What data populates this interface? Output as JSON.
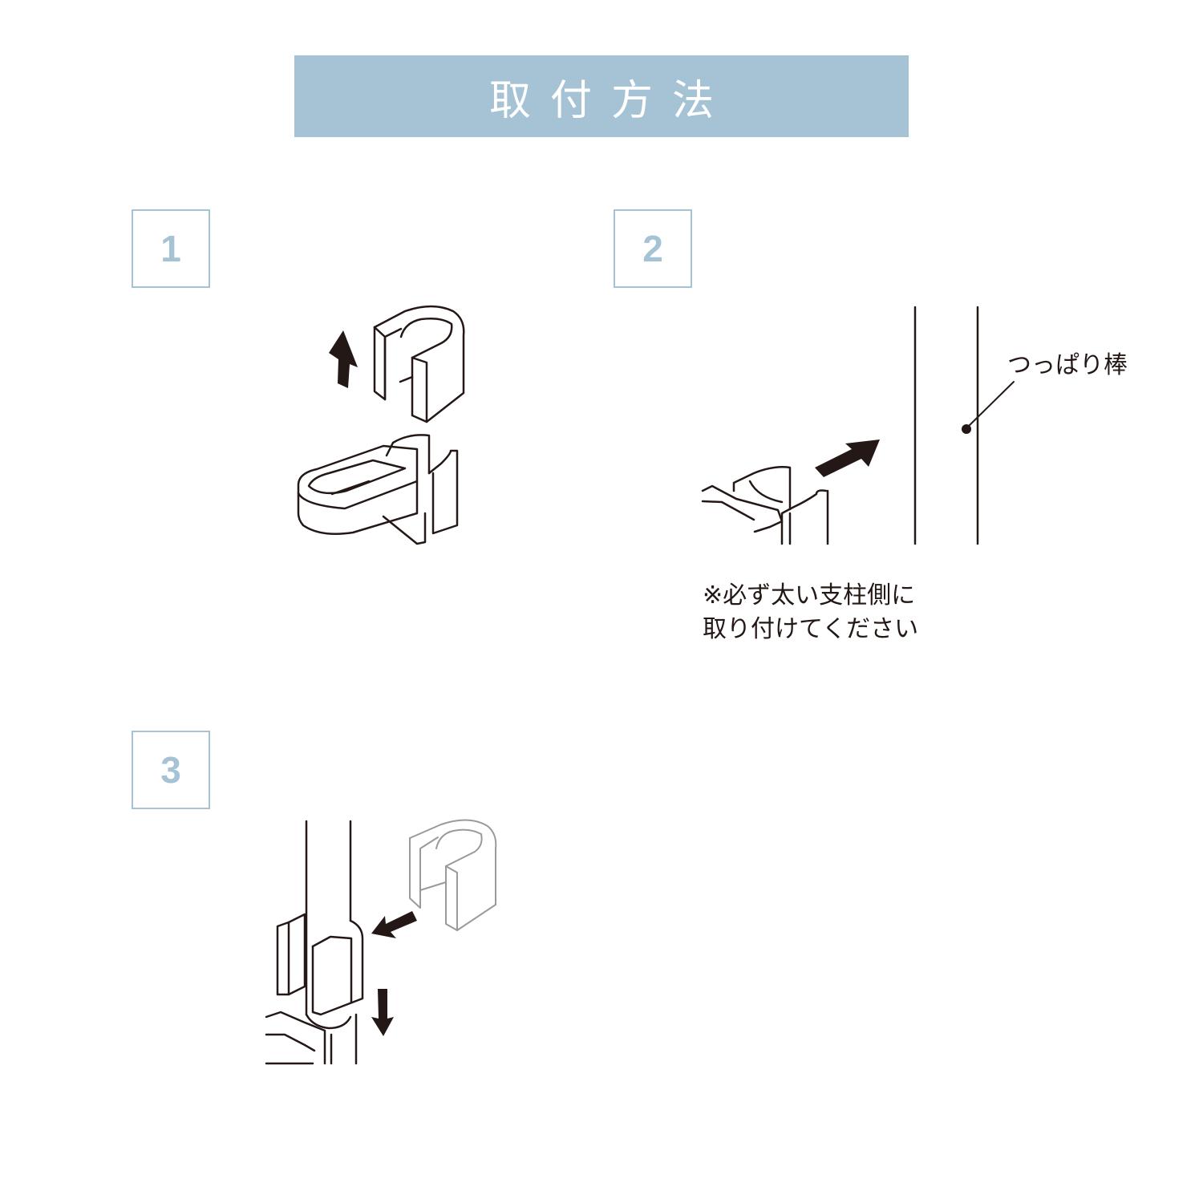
{
  "title": "取付方法",
  "steps": [
    {
      "number": "1"
    },
    {
      "number": "2",
      "rod_label": "つっぱり棒",
      "note_line1": "※必ず太い支柱側に",
      "note_line2": "取り付けてください"
    },
    {
      "number": "3"
    }
  ],
  "colors": {
    "accent": "#a5c3d4",
    "line": "#231815"
  }
}
